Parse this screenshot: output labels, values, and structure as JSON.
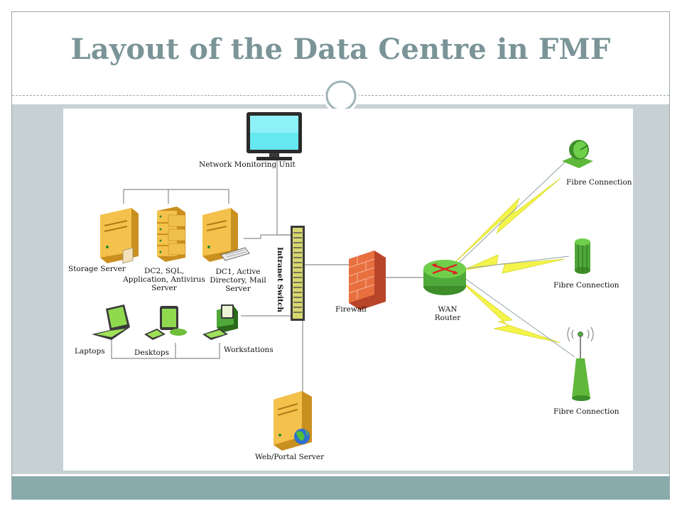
{
  "slide": {
    "title": "Layout of the Data Centre in FMF",
    "colors": {
      "title": "#7a9498",
      "band": "#c7d0d3",
      "footer": "#89abab",
      "server": "#f2c14e",
      "green": "#6fbf3a",
      "firewall": "#e2673a"
    }
  },
  "diagram": {
    "network_monitoring": "Network Monitoring Unit",
    "storage_server": "Storage Server",
    "dc2": [
      "DC2, SQL,",
      "Application, Antivirus",
      "Server"
    ],
    "dc1": [
      "DC1, Active",
      "Directory, Mail",
      "Server"
    ],
    "intranet_switch": "Intranet Switch",
    "firewall": "Firewall",
    "wan_router": [
      "WAN",
      "Router"
    ],
    "laptops": "Laptops",
    "desktops": "Desktops",
    "workstations": "Workstations",
    "web_portal": "Web/Portal Server",
    "fibre_1": "Fibre Connection",
    "fibre_2": "Fibre Connection",
    "fibre_3": "Fibre Connection",
    "icons": [
      "monitor-icon",
      "server-icon",
      "switch-icon",
      "firewall-icon",
      "router-icon",
      "laptop-icon",
      "desktop-icon",
      "workstation-icon",
      "satellite-dish-icon",
      "tower-icon",
      "antenna-icon",
      "globe-icon"
    ]
  }
}
